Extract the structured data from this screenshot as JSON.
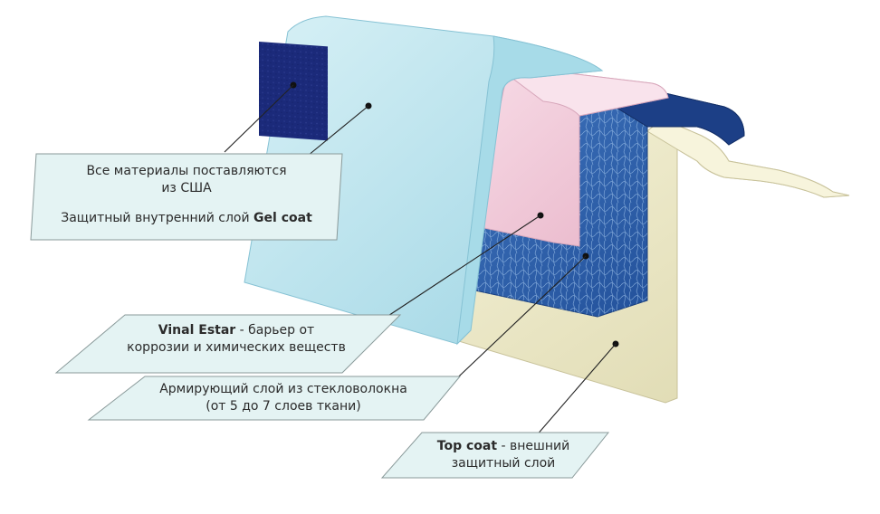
{
  "labels": {
    "gel_coat": {
      "line1": "Все материалы поставляются",
      "line2": "из США",
      "line3_text": "Защитный внутренний слой ",
      "line3_bold": "Gel coat"
    },
    "vinal_estar": {
      "bold": "Vinal Estar",
      "line1_rest": " - барьер от",
      "line2": "коррозии и химических веществ"
    },
    "fiberglass": {
      "line1": "Армирующий слой из стекловолокна",
      "line2": "(от 5 до 7 слоев ткани)"
    },
    "top_coat": {
      "bold": "Top coat",
      "line1_rest": " - внешний",
      "line2": "защитный слой"
    }
  },
  "colors": {
    "gel_coat_layer": "#bfe6f0",
    "vinal_estar_layer": "#f2c9d9",
    "fiberglass_layer": "#2f5fa8",
    "top_coat_layer": "#ece8c4",
    "usa_square": "#1b2a7a",
    "label_fill": "#e4f3f3",
    "label_stroke": "#8a9a9a"
  }
}
